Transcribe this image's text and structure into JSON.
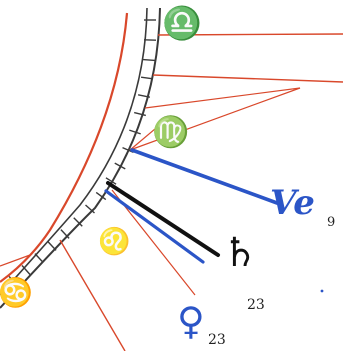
{
  "colors": {
    "ring": "#d9482b",
    "tick": "#3a3a3a",
    "libra": "#1e9a45",
    "virgo": "#e0602a",
    "leo": "#e0372a",
    "cancer": "#2f5fb8",
    "vesta": "#2b55c7",
    "saturn": "#111111",
    "venus": "#2b55c7"
  },
  "signs": {
    "libra": {
      "glyph": "♎",
      "icon": "libra-glyph"
    },
    "virgo": {
      "glyph": "♍",
      "icon": "virgo-glyph"
    },
    "leo": {
      "glyph": "♌",
      "icon": "leo-glyph"
    },
    "cancer": {
      "glyph": "♋",
      "icon": "cancer-glyph"
    }
  },
  "planets": {
    "vesta": {
      "glyph": "Ve",
      "degree": "9",
      "icon": "vesta-glyph"
    },
    "saturn": {
      "glyph": "♄",
      "degree": "23",
      "icon": "saturn-glyph"
    },
    "venus": {
      "glyph": "♀",
      "degree": "23",
      "icon": "venus-glyph"
    }
  }
}
